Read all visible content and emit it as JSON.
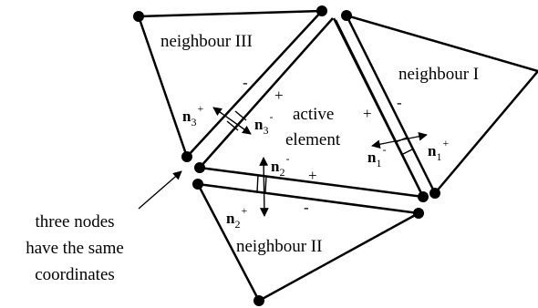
{
  "labels": {
    "neighbour_1": "neighbour I",
    "neighbour_2": "neighbour II",
    "neighbour_3": "neighbour III",
    "active_line1": "active",
    "active_line2": "element",
    "note_line1": "three nodes",
    "note_line2": "have the same",
    "note_line3": "coordinates"
  },
  "normals": {
    "n1_plus": {
      "base": "n",
      "sub": "1",
      "sup": "+"
    },
    "n1_minus": {
      "base": "n",
      "sub": "1",
      "sup": "-"
    },
    "n2_plus": {
      "base": "n",
      "sub": "2",
      "sup": "+"
    },
    "n2_minus": {
      "base": "n",
      "sub": "2",
      "sup": "-"
    },
    "n3_plus": {
      "base": "n",
      "sub": "3",
      "sup": "+"
    },
    "n3_minus": {
      "base": "n",
      "sub": "3",
      "sup": "-"
    }
  },
  "signs": {
    "plus": "+",
    "minus": "-"
  }
}
